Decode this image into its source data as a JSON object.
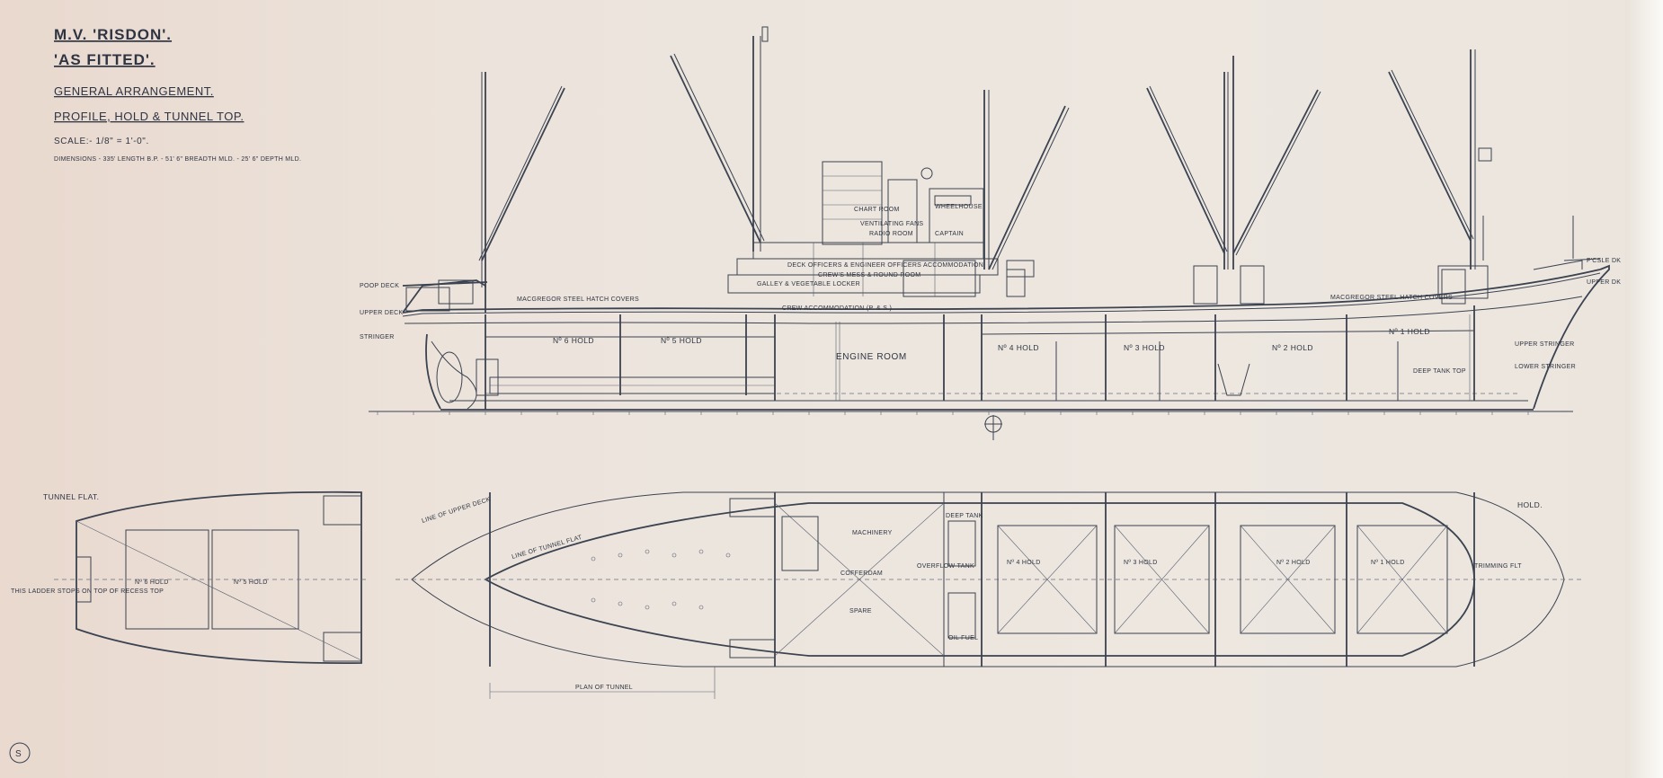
{
  "title": {
    "vessel": "M.V. 'RISDON'.",
    "status": "'AS FITTED'.",
    "drawing": "GENERAL ARRANGEMENT.",
    "views": "PROFILE, HOLD & TUNNEL TOP.",
    "scale": "SCALE:- 1/8\" = 1'-0\".",
    "dimensions": "DIMENSIONS - 335' LENGTH B.P. - 51' 6\" BREADTH MLD. - 25' 6\" DEPTH MLD."
  },
  "profile_labels": {
    "poop_deck": "POOP DECK",
    "upper_deck": "UPPER DECK",
    "stringer": "STRINGER",
    "engine_room": "ENGINE ROOM",
    "no6_hold": "Nº 6 HOLD",
    "no5_hold": "Nº 5 HOLD",
    "no4_hold": "Nº 4 HOLD",
    "no3_hold": "Nº 3 HOLD",
    "no2_hold": "Nº 2 HOLD",
    "no1_hold": "Nº 1 HOLD",
    "crew_accommodation": "CREW ACCOMMODATION (P. & S.)",
    "macgregor_aft": "MACGREGOR STEEL HATCH COVERS",
    "macgregor_fwd": "MACGREGOR STEEL HATCH COVERS",
    "fcsle_deck": "F'CSLE DK",
    "upper_deck_fwd": "UPPER DK",
    "upper_stringer": "UPPER STRINGER",
    "lower_stringer": "LOWER STRINGER",
    "deep_tank_top": "DEEP TANK TOP",
    "tunnel_flat_label": "TUNNEL FLAT.",
    "hold_label": "HOLD.",
    "plan_of_tunnel": "PLAN OF TUNNEL",
    "cofferdam": "COFFERDAM",
    "machinery": "MACHINERY",
    "overflow_tank": "OVERFLOW TANK",
    "spare": "SPARE",
    "oil_fuel": "OIL FUEL",
    "deep_tank": "DEEP TANK",
    "ladder_note": "THIS LADDER STOPS ON TOP OF RECESS TOP",
    "line_of_upper_deck": "LINE OF UPPER DECK",
    "line_of_tunnel_flat": "LINE OF TUNNEL FLAT",
    "trimming_flat": "TRIMMING FLT",
    "hold_no6_plan": "Nº 6 HOLD",
    "hold_no5_plan": "Nº 5 HOLD",
    "hold_no4_plan": "Nº 4 HOLD",
    "hold_no3_plan": "Nº 3 HOLD",
    "hold_no2_plan": "Nº 2 HOLD",
    "hold_no1_plan": "Nº 1 HOLD",
    "sheet_mark": "S"
  }
}
